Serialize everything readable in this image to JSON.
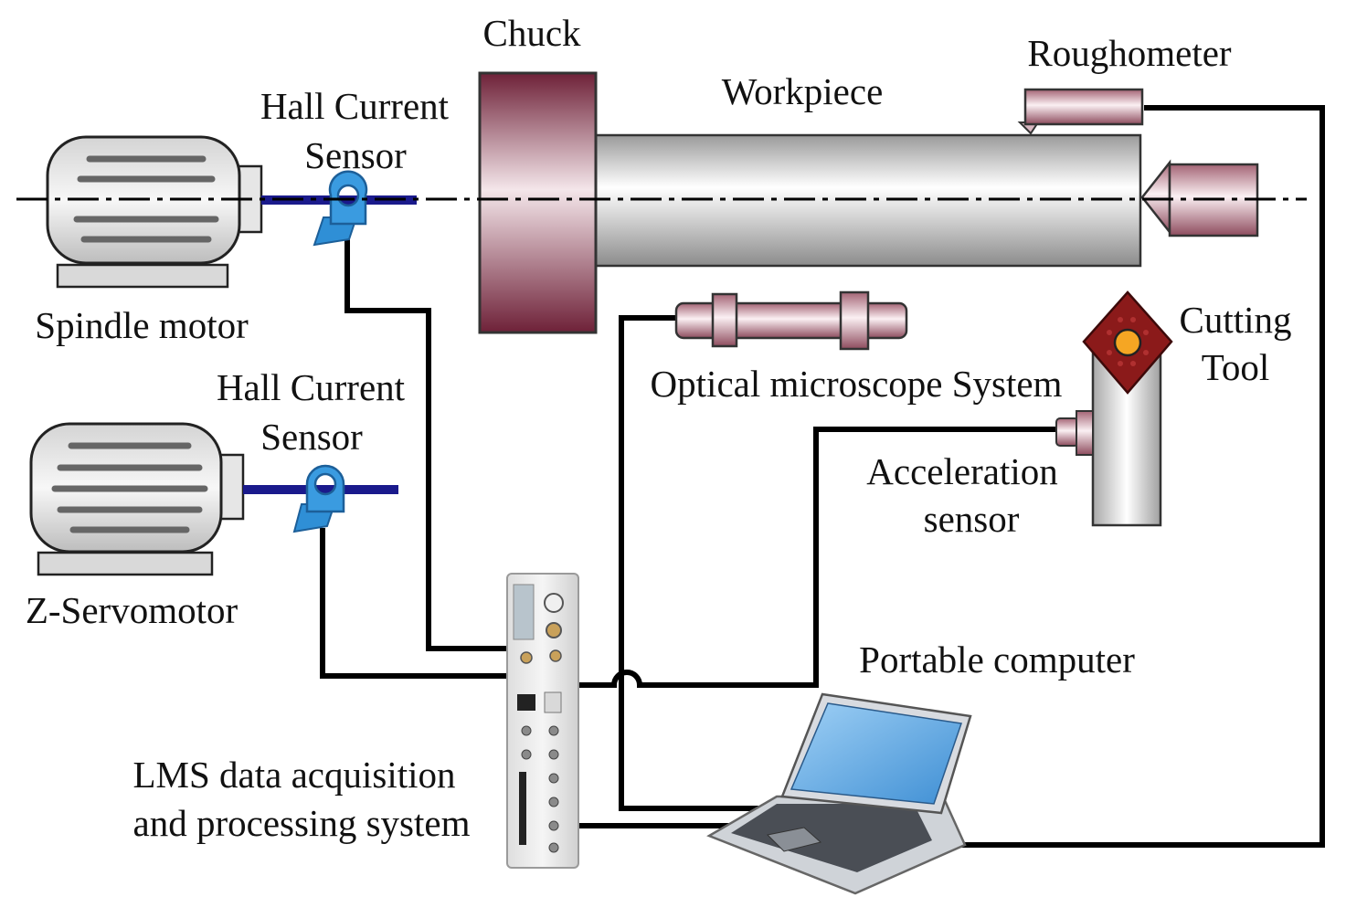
{
  "labels": {
    "chuck": "Chuck",
    "workpiece": "Workpiece",
    "roughometer": "Roughometer",
    "hall_sensor_1_line1": "Hall Current",
    "hall_sensor_1_line2": "Sensor",
    "spindle_motor": "Spindle motor",
    "hall_sensor_2_line1": "Hall Current",
    "hall_sensor_2_line2": "Sensor",
    "z_servomotor": "Z-Servomotor",
    "optical_microscope": "Optical microscope System",
    "cutting_tool_line1": "Cutting",
    "cutting_tool_line2": "Tool",
    "acceleration_sensor_line1": "Acceleration",
    "acceleration_sensor_line2": "sensor",
    "portable_computer": "Portable computer",
    "lms_line1": "LMS data acquisition",
    "lms_line2": "and processing system"
  },
  "colors": {
    "wire": "#000000",
    "shaft": "#1a1a8c",
    "hall_sensor": "#2f8fd6",
    "chuck": "#7a2f45",
    "workpiece": "#c8c8c8",
    "cutting_tool": "#8b1a1a",
    "tool_center": "#f5a623",
    "laptop_screen": "#5aa8e6"
  },
  "icons": {
    "spindle_motor": "electric-motor-icon",
    "z_servomotor": "electric-motor-icon",
    "hall_sensor": "hall-current-sensor-icon",
    "laptop": "laptop-icon",
    "daq": "data-acquisition-unit-icon"
  }
}
